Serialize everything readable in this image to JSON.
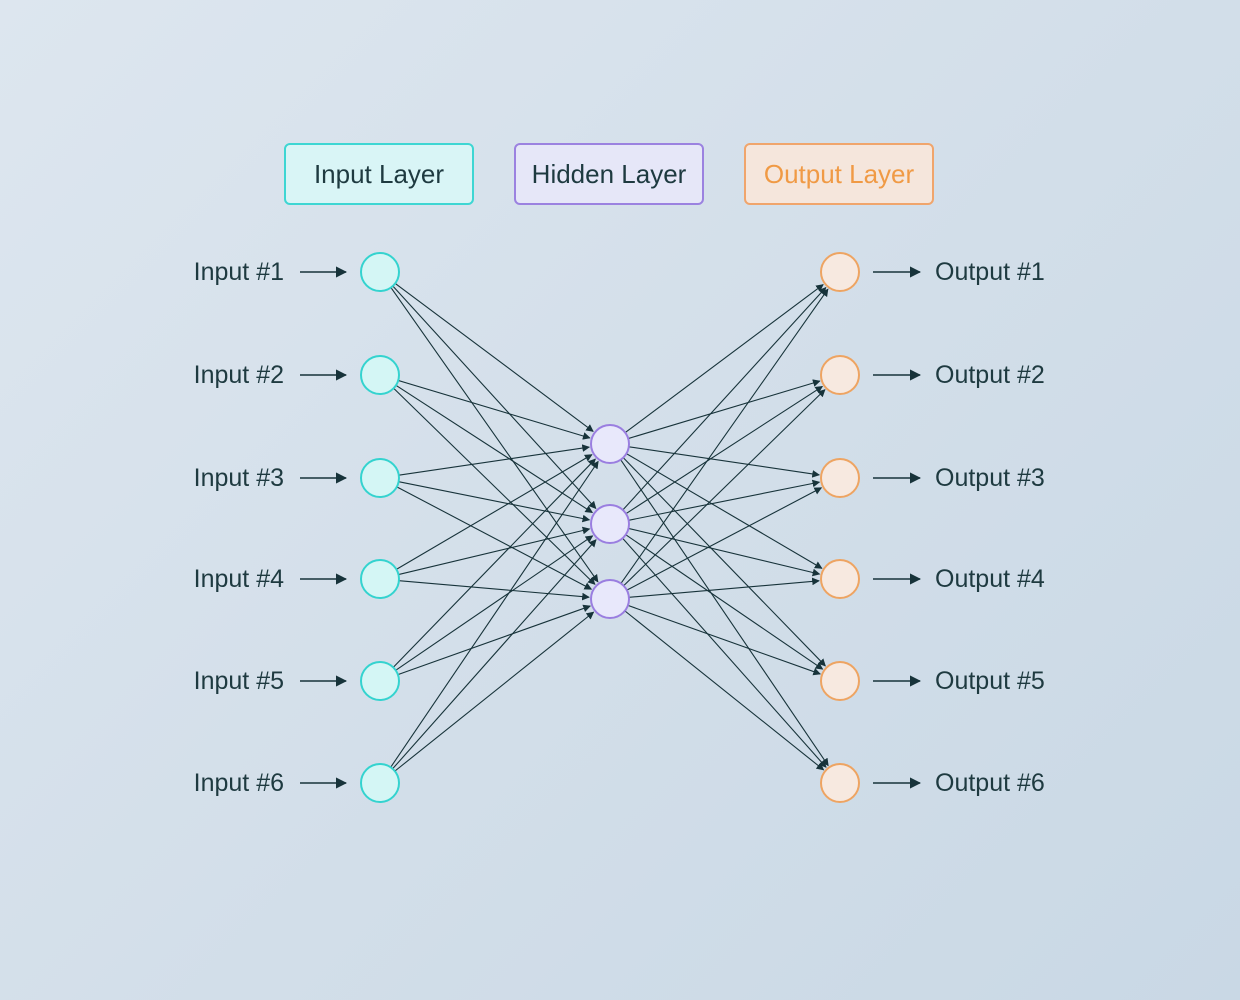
{
  "legend": {
    "input": "Input Layer",
    "hidden": "Hidden Layer",
    "output": "Output Layer"
  },
  "inputs": [
    "Input #1",
    "Input #2",
    "Input #3",
    "Input #4",
    "Input #5",
    "Input #6"
  ],
  "outputs": [
    "Output #1",
    "Output #2",
    "Output #3",
    "Output #4",
    "Output #5",
    "Output #6"
  ],
  "hidden_count": 3,
  "colors": {
    "input_node_fill": "#d4f6f5",
    "input_node_stroke": "#34d3cf",
    "hidden_node_fill": "#e8e8fb",
    "hidden_node_stroke": "#9a7ee0",
    "output_node_fill": "#f7e9e0",
    "output_node_stroke": "#eea462",
    "edge": "#17333a"
  }
}
